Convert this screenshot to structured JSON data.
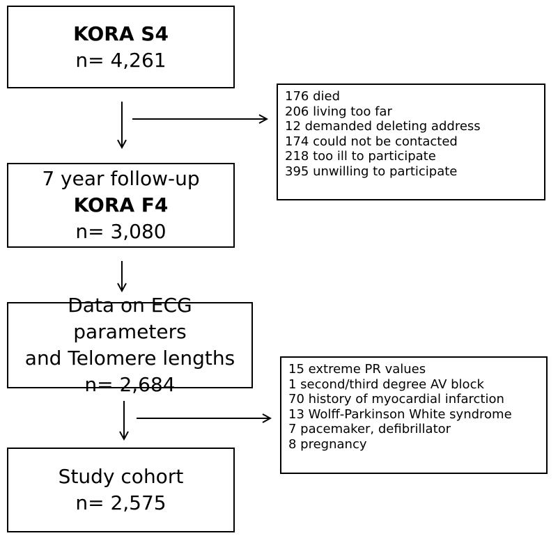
{
  "boxes": {
    "kora_s4": {
      "title": "KORA S4",
      "count": "n= 4,261"
    },
    "follow_up": {
      "line1": "7 year follow-up",
      "title": "KORA F4",
      "count": "n= 3,080"
    },
    "data_ecg": {
      "line1": "Data on ECG parameters",
      "line2": "and Telomere lengths",
      "count": "n= 2,684"
    },
    "study_cohort": {
      "line1": "Study cohort",
      "count": "n= 2,575"
    }
  },
  "exclusions_1": [
    "176 died",
    "206 living too far",
    "12 demanded deleting address",
    "174 could not be contacted",
    "218 too ill to participate",
    "395 unwilling to participate"
  ],
  "exclusions_2": [
    "15 extreme PR values",
    "1  second/third degree AV block",
    "70 history of myocardial infarction",
    "13 Wolff-Parkinson White syndrome",
    "7 pacemaker, defibrillator",
    "8 pregnancy"
  ]
}
